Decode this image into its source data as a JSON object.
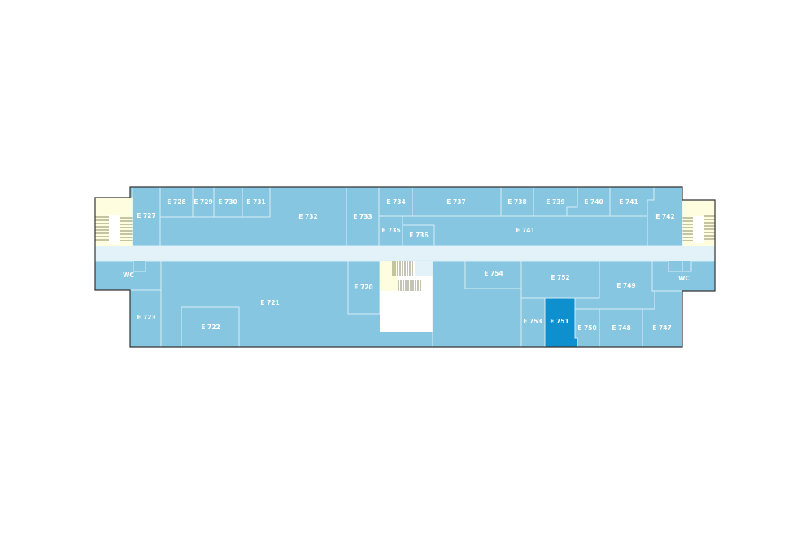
{
  "floor_plan": {
    "selected_room": "E 751",
    "colors": {
      "room": "#86c6e0",
      "selected": "#0e90cf",
      "corridor": "#e3f2f8",
      "stairs": "#fffde0"
    },
    "rooms": {
      "e727": "E 727",
      "e728": "E 728",
      "e729": "E 729",
      "e730": "E 730",
      "e731": "E 731",
      "e732": "E 732",
      "e733": "E 733",
      "e734": "E 734",
      "e735": "E 735",
      "e736": "E 736",
      "e737": "E 737",
      "e738": "E 738",
      "e739": "E 739",
      "e740": "E 740",
      "e741_top": "E 741",
      "e741": "E 741",
      "e742": "E 742",
      "wc_left": "WC",
      "wc_right": "WC",
      "e723": "E 723",
      "e721": "E 721",
      "e722": "E 722",
      "e720": "E 720",
      "e754": "E 754",
      "e752": "E 752",
      "e753": "E 753",
      "e751": "E 751",
      "e750": "E 750",
      "e749": "E 749",
      "e748": "E 748",
      "e747": "E 747"
    }
  }
}
